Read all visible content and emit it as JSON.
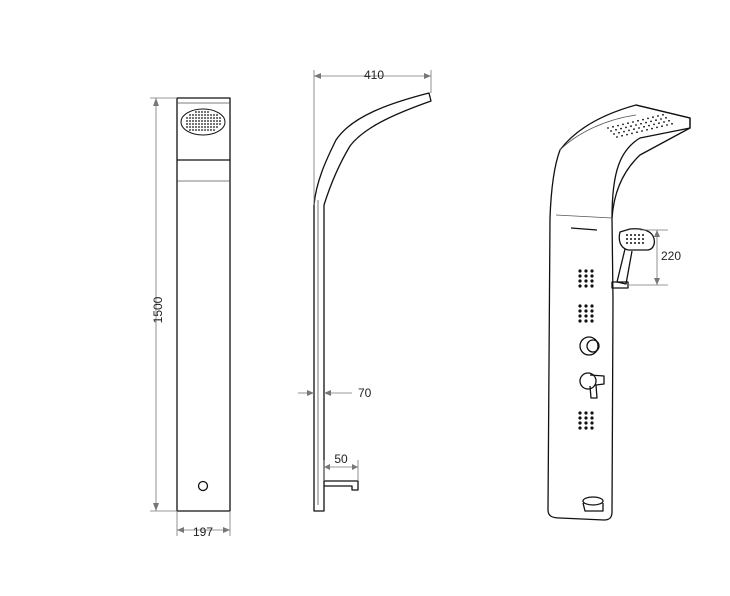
{
  "dimensions": {
    "height": "1500",
    "width": "197",
    "depth": "410",
    "panel_thickness": "70",
    "spout_reach": "50",
    "hand_shower_drop": "220"
  },
  "colors": {
    "line": "#111111",
    "dimension_line": "#777777",
    "background": "#ffffff"
  },
  "icons": [
    "rain-shower-head-icon",
    "body-jet-icon",
    "mixer-knob-icon",
    "hand-shower-icon",
    "tub-spout-icon"
  ]
}
